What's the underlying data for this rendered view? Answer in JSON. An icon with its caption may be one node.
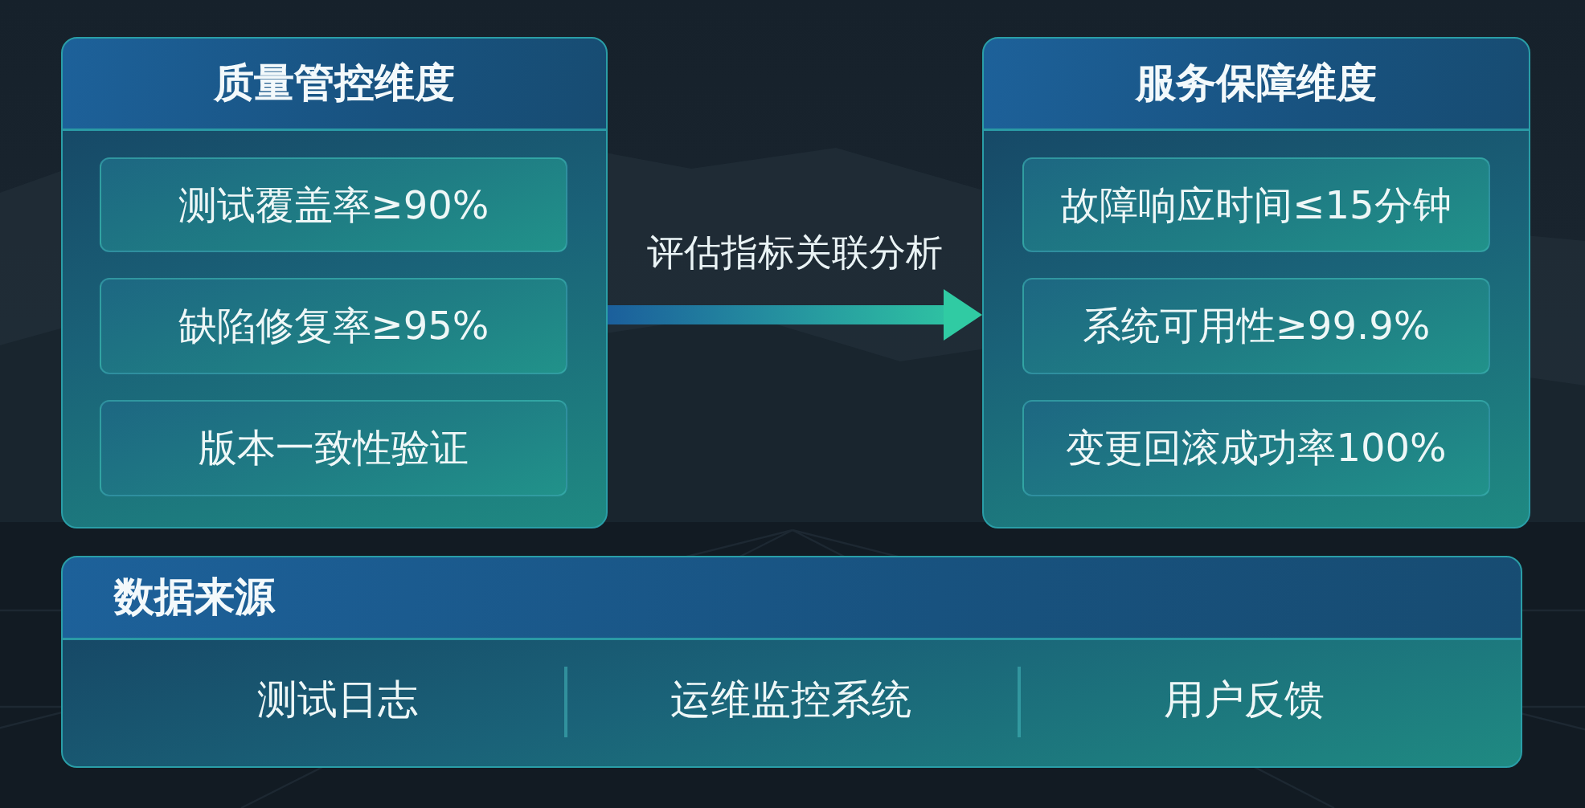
{
  "diagram": {
    "nodes": [
      {
        "text": [
          "质量管控维度"
        ]
      },
      {
        "text": [
          "测试覆盖率≥90%"
        ],
        "in": 0
      },
      {
        "text": [
          "缺陷修复率≥95%"
        ],
        "in": 0
      },
      {
        "text": [
          "版本一致性验证"
        ],
        "in": 0
      },
      {
        "text": [
          "服务保障维度"
        ]
      },
      {
        "text": [
          "故障响应时间≤15分钟"
        ],
        "in": 4
      },
      {
        "text": [
          "系统可用性≥99.9%"
        ],
        "in": 4
      },
      {
        "text": [
          "变更回滚成功率100%"
        ],
        "in": 4
      },
      {
        "text": [
          "数据来源",
          "测试日志",
          "运维监控系统",
          "用户反馈"
        ]
      }
    ],
    "edges": [
      {
        "from": 0,
        "to": 4,
        "arrow": "to",
        "label": "评估指标关联分析",
        "style": "thick"
      }
    ]
  }
}
